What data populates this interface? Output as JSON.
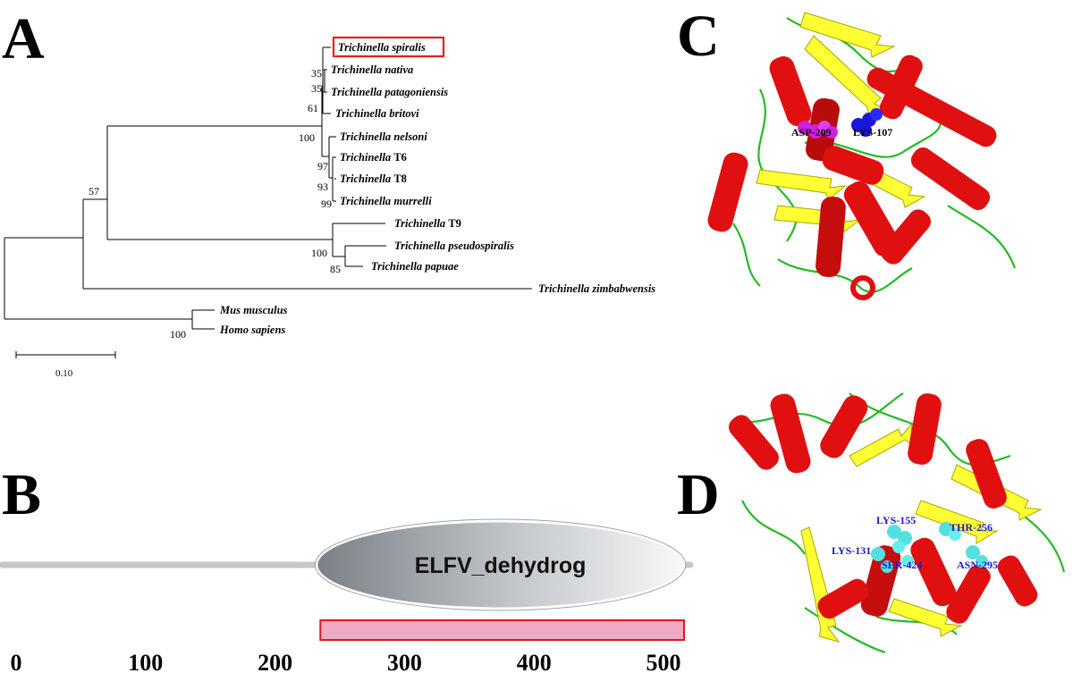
{
  "panels": {
    "a": "A",
    "b": "B",
    "c": "C",
    "d": "D"
  },
  "tree": {
    "taxa": [
      {
        "genus": "Trichinella",
        "epithet": "spiralis",
        "highlighted": true
      },
      {
        "genus": "Trichinella",
        "epithet": "nativa"
      },
      {
        "genus": "Trichinella",
        "epithet": "patagoniensis"
      },
      {
        "genus": "Trichinella",
        "epithet": "britovi"
      },
      {
        "genus": "Trichinella",
        "epithet": "nelsoni"
      },
      {
        "genus": "Trichinella",
        "epithet": "T6"
      },
      {
        "genus": "Trichinella",
        "epithet": "T8"
      },
      {
        "genus": "Trichinella",
        "epithet": "murrelli"
      },
      {
        "genus": "Trichinella",
        "epithet": "T9"
      },
      {
        "genus": "Trichinella",
        "epithet": "pseudospiralis"
      },
      {
        "genus": "Trichinella",
        "epithet": "papuae"
      },
      {
        "genus": "Trichinella",
        "epithet": "zimbabwensis"
      },
      {
        "genus": "Mus",
        "epithet": "musculus"
      },
      {
        "genus": "Homo",
        "epithet": "sapiens"
      }
    ],
    "bootstrap": [
      "35",
      "35",
      "61",
      "100",
      "97",
      "93",
      "99",
      "57",
      "100",
      "85",
      "100"
    ],
    "scale_bar": "0.10",
    "highlight_color": "#e02020"
  },
  "domain_map": {
    "domain_name": "ELFV_dehydrog",
    "axis_ticks": [
      "0",
      "100",
      "200",
      "300",
      "400",
      "500"
    ],
    "sequence_length": 520,
    "domain_start": 232,
    "domain_end": 516,
    "region_start": 235,
    "region_end": 520,
    "region_fill": "#f2a9c6",
    "region_stroke": "#e0161e"
  },
  "structure_c": {
    "residues": [
      "ASP-209",
      "LYS-107"
    ],
    "helix_color": "#e01010",
    "sheet_color": "#ffff33",
    "loop_color": "#22bb22",
    "site_colors": [
      "#d020e0",
      "#1818d8"
    ]
  },
  "structure_d": {
    "residues": [
      "LYS-155",
      "THR-256",
      "LYS-131",
      "SER-424",
      "ASN-295"
    ],
    "site_color": "#55e0e0"
  }
}
